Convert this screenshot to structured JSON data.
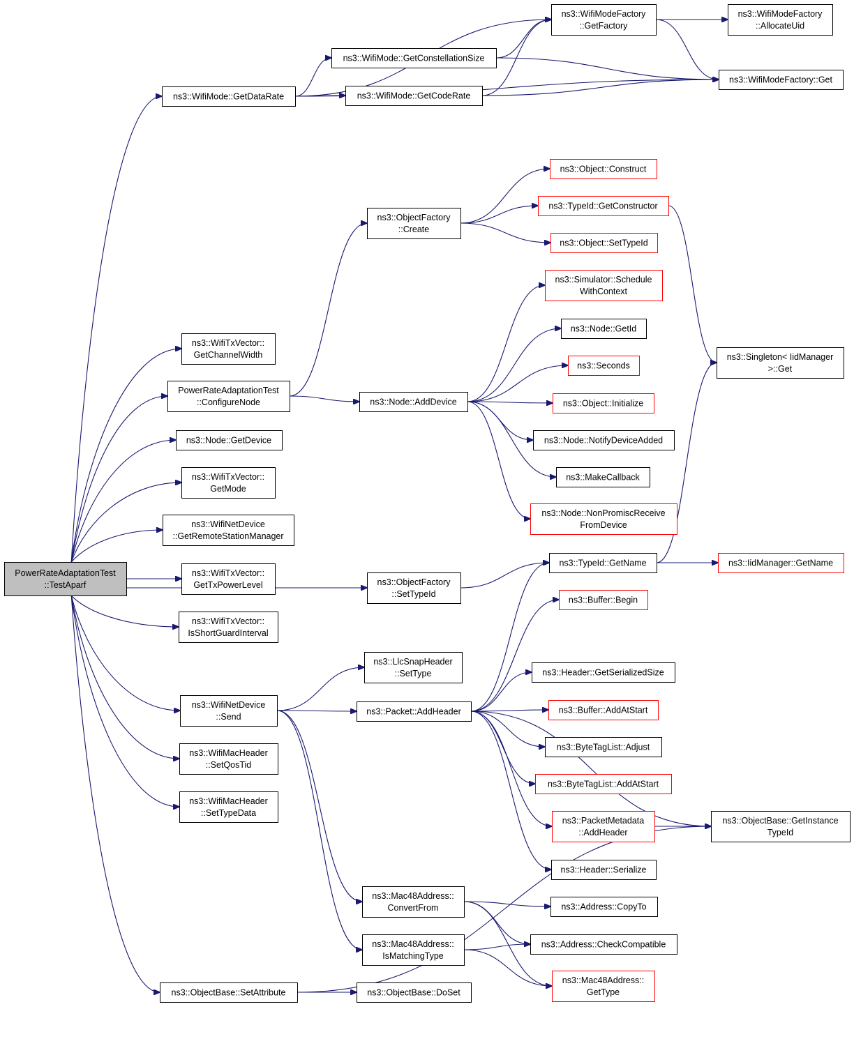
{
  "colors": {
    "edge": "#191970",
    "node_border": "#000000",
    "truncated_border": "#ff0000",
    "root_fill": "#bfbfbf"
  },
  "nodes": [
    {
      "id": "root",
      "lines": [
        "PowerRateAdaptationTest",
        "::TestAparf"
      ],
      "style": "root"
    },
    {
      "id": "getDataRate",
      "lines": [
        "ns3::WifiMode::GetDataRate"
      ],
      "style": "normal"
    },
    {
      "id": "getConstellationSize",
      "lines": [
        "ns3::WifiMode::GetConstellationSize"
      ],
      "style": "normal"
    },
    {
      "id": "getCodeRate",
      "lines": [
        "ns3::WifiMode::GetCodeRate"
      ],
      "style": "normal"
    },
    {
      "id": "getFactory",
      "lines": [
        "ns3::WifiModeFactory",
        "::GetFactory"
      ],
      "style": "normal"
    },
    {
      "id": "allocateUid",
      "lines": [
        "ns3::WifiModeFactory",
        "::AllocateUid"
      ],
      "style": "normal"
    },
    {
      "id": "wmfGet",
      "lines": [
        "ns3::WifiModeFactory::Get"
      ],
      "style": "normal"
    },
    {
      "id": "getChannelWidth",
      "lines": [
        "ns3::WifiTxVector::",
        "GetChannelWidth"
      ],
      "style": "normal"
    },
    {
      "id": "configureNode",
      "lines": [
        "PowerRateAdaptationTest",
        "::ConfigureNode"
      ],
      "style": "normal"
    },
    {
      "id": "getDevice",
      "lines": [
        "ns3::Node::GetDevice"
      ],
      "style": "normal"
    },
    {
      "id": "getMode",
      "lines": [
        "ns3::WifiTxVector::",
        "GetMode"
      ],
      "style": "normal"
    },
    {
      "id": "getRSM",
      "lines": [
        "ns3::WifiNetDevice",
        "::GetRemoteStationManager"
      ],
      "style": "normal"
    },
    {
      "id": "getTxPowerLevel",
      "lines": [
        "ns3::WifiTxVector::",
        "GetTxPowerLevel"
      ],
      "style": "normal"
    },
    {
      "id": "isShortGI",
      "lines": [
        "ns3::WifiTxVector::",
        "IsShortGuardInterval"
      ],
      "style": "normal"
    },
    {
      "id": "ofCreate",
      "lines": [
        "ns3::ObjectFactory",
        "::Create"
      ],
      "style": "normal"
    },
    {
      "id": "objConstruct",
      "lines": [
        "ns3::Object::Construct"
      ],
      "style": "truncated"
    },
    {
      "id": "getConstructor",
      "lines": [
        "ns3::TypeId::GetConstructor"
      ],
      "style": "truncated"
    },
    {
      "id": "objSetTypeId",
      "lines": [
        "ns3::Object::SetTypeId"
      ],
      "style": "truncated"
    },
    {
      "id": "scheduleWithContext",
      "lines": [
        "ns3::Simulator::Schedule",
        "WithContext"
      ],
      "style": "truncated"
    },
    {
      "id": "nodeGetId",
      "lines": [
        "ns3::Node::GetId"
      ],
      "style": "normal"
    },
    {
      "id": "seconds",
      "lines": [
        "ns3::Seconds"
      ],
      "style": "truncated"
    },
    {
      "id": "objInitialize",
      "lines": [
        "ns3::Object::Initialize"
      ],
      "style": "truncated"
    },
    {
      "id": "notifyDeviceAdded",
      "lines": [
        "ns3::Node::NotifyDeviceAdded"
      ],
      "style": "normal"
    },
    {
      "id": "makeCallback",
      "lines": [
        "ns3::MakeCallback"
      ],
      "style": "normal"
    },
    {
      "id": "nonPromisc",
      "lines": [
        "ns3::Node::NonPromiscReceive",
        "FromDevice"
      ],
      "style": "truncated"
    },
    {
      "id": "addDevice",
      "lines": [
        "ns3::Node::AddDevice"
      ],
      "style": "normal"
    },
    {
      "id": "singletonGet",
      "lines": [
        "ns3::Singleton< IidManager",
        ">::Get"
      ],
      "style": "normal"
    },
    {
      "id": "ofSetTypeId",
      "lines": [
        "ns3::ObjectFactory",
        "::SetTypeId"
      ],
      "style": "normal"
    },
    {
      "id": "typeIdGetName",
      "lines": [
        "ns3::TypeId::GetName"
      ],
      "style": "normal"
    },
    {
      "id": "iidGetName",
      "lines": [
        "ns3::IidManager::GetName"
      ],
      "style": "truncated"
    },
    {
      "id": "bufferBegin",
      "lines": [
        "ns3::Buffer::Begin"
      ],
      "style": "truncated"
    },
    {
      "id": "llcSetType",
      "lines": [
        "ns3::LlcSnapHeader",
        "::SetType"
      ],
      "style": "normal"
    },
    {
      "id": "headerGetSerializedSize",
      "lines": [
        "ns3::Header::GetSerializedSize"
      ],
      "style": "normal"
    },
    {
      "id": "wndSend",
      "lines": [
        "ns3::WifiNetDevice",
        "::Send"
      ],
      "style": "normal"
    },
    {
      "id": "packetAddHeader",
      "lines": [
        "ns3::Packet::AddHeader"
      ],
      "style": "normal"
    },
    {
      "id": "bufferAddAtStart",
      "lines": [
        "ns3::Buffer::AddAtStart"
      ],
      "style": "truncated"
    },
    {
      "id": "btlAdjust",
      "lines": [
        "ns3::ByteTagList::Adjust"
      ],
      "style": "normal"
    },
    {
      "id": "btlAddAtStart",
      "lines": [
        "ns3::ByteTagList::AddAtStart"
      ],
      "style": "truncated"
    },
    {
      "id": "setQosTid",
      "lines": [
        "ns3::WifiMacHeader",
        "::SetQosTid"
      ],
      "style": "normal"
    },
    {
      "id": "setTypeData",
      "lines": [
        "ns3::WifiMacHeader",
        "::SetTypeData"
      ],
      "style": "normal"
    },
    {
      "id": "pmAddHeader",
      "lines": [
        "ns3::PacketMetadata",
        "::AddHeader"
      ],
      "style": "truncated"
    },
    {
      "id": "obGetInstanceTypeId",
      "lines": [
        "ns3::ObjectBase::GetInstance",
        "TypeId"
      ],
      "style": "normal"
    },
    {
      "id": "headerSerialize",
      "lines": [
        "ns3::Header::Serialize"
      ],
      "style": "normal"
    },
    {
      "id": "macConvertFrom",
      "lines": [
        "ns3::Mac48Address::",
        "ConvertFrom"
      ],
      "style": "normal"
    },
    {
      "id": "addressCopyTo",
      "lines": [
        "ns3::Address::CopyTo"
      ],
      "style": "normal"
    },
    {
      "id": "addressCheckCompatible",
      "lines": [
        "ns3::Address::CheckCompatible"
      ],
      "style": "normal"
    },
    {
      "id": "macIsMatchingType",
      "lines": [
        "ns3::Mac48Address::",
        "IsMatchingType"
      ],
      "style": "normal"
    },
    {
      "id": "macGetType",
      "lines": [
        "ns3::Mac48Address::",
        "GetType"
      ],
      "style": "truncated"
    },
    {
      "id": "obSetAttribute",
      "lines": [
        "ns3::ObjectBase::SetAttribute"
      ],
      "style": "normal"
    },
    {
      "id": "obDoSet",
      "lines": [
        "ns3::ObjectBase::DoSet"
      ],
      "style": "normal"
    }
  ],
  "edges": [
    [
      "root",
      "getDataRate"
    ],
    [
      "root",
      "getChannelWidth"
    ],
    [
      "root",
      "configureNode"
    ],
    [
      "root",
      "getDevice"
    ],
    [
      "root",
      "getMode"
    ],
    [
      "root",
      "getRSM"
    ],
    [
      "root",
      "getTxPowerLevel"
    ],
    [
      "root",
      "isShortGI"
    ],
    [
      "root",
      "ofSetTypeId"
    ],
    [
      "root",
      "wndSend"
    ],
    [
      "root",
      "setQosTid"
    ],
    [
      "root",
      "setTypeData"
    ],
    [
      "root",
      "obSetAttribute"
    ],
    [
      "getDataRate",
      "getConstellationSize"
    ],
    [
      "getDataRate",
      "getCodeRate"
    ],
    [
      "getDataRate",
      "getFactory"
    ],
    [
      "getDataRate",
      "wmfGet"
    ],
    [
      "getConstellationSize",
      "getFactory"
    ],
    [
      "getConstellationSize",
      "wmfGet"
    ],
    [
      "getCodeRate",
      "getFactory"
    ],
    [
      "getCodeRate",
      "wmfGet"
    ],
    [
      "getFactory",
      "allocateUid"
    ],
    [
      "getFactory",
      "wmfGet"
    ],
    [
      "configureNode",
      "ofCreate"
    ],
    [
      "configureNode",
      "addDevice"
    ],
    [
      "ofCreate",
      "objConstruct"
    ],
    [
      "ofCreate",
      "getConstructor"
    ],
    [
      "ofCreate",
      "objSetTypeId"
    ],
    [
      "getConstructor",
      "singletonGet"
    ],
    [
      "addDevice",
      "scheduleWithContext"
    ],
    [
      "addDevice",
      "nodeGetId"
    ],
    [
      "addDevice",
      "seconds"
    ],
    [
      "addDevice",
      "objInitialize"
    ],
    [
      "addDevice",
      "notifyDeviceAdded"
    ],
    [
      "addDevice",
      "makeCallback"
    ],
    [
      "addDevice",
      "nonPromisc"
    ],
    [
      "ofSetTypeId",
      "typeIdGetName"
    ],
    [
      "typeIdGetName",
      "iidGetName"
    ],
    [
      "typeIdGetName",
      "singletonGet"
    ],
    [
      "wndSend",
      "llcSetType"
    ],
    [
      "wndSend",
      "packetAddHeader"
    ],
    [
      "wndSend",
      "macConvertFrom"
    ],
    [
      "wndSend",
      "macIsMatchingType"
    ],
    [
      "packetAddHeader",
      "typeIdGetName"
    ],
    [
      "packetAddHeader",
      "bufferBegin"
    ],
    [
      "packetAddHeader",
      "obGetInstanceTypeId"
    ],
    [
      "packetAddHeader",
      "headerGetSerializedSize"
    ],
    [
      "packetAddHeader",
      "bufferAddAtStart"
    ],
    [
      "packetAddHeader",
      "btlAdjust"
    ],
    [
      "packetAddHeader",
      "btlAddAtStart"
    ],
    [
      "packetAddHeader",
      "pmAddHeader"
    ],
    [
      "packetAddHeader",
      "headerSerialize"
    ],
    [
      "pmAddHeader",
      "obGetInstanceTypeId"
    ],
    [
      "macConvertFrom",
      "addressCopyTo"
    ],
    [
      "macConvertFrom",
      "addressCheckCompatible"
    ],
    [
      "macConvertFrom",
      "macGetType"
    ],
    [
      "macIsMatchingType",
      "addressCheckCompatible"
    ],
    [
      "macIsMatchingType",
      "macGetType"
    ],
    [
      "obSetAttribute",
      "obDoSet"
    ],
    [
      "obSetAttribute",
      "obGetInstanceTypeId"
    ]
  ]
}
